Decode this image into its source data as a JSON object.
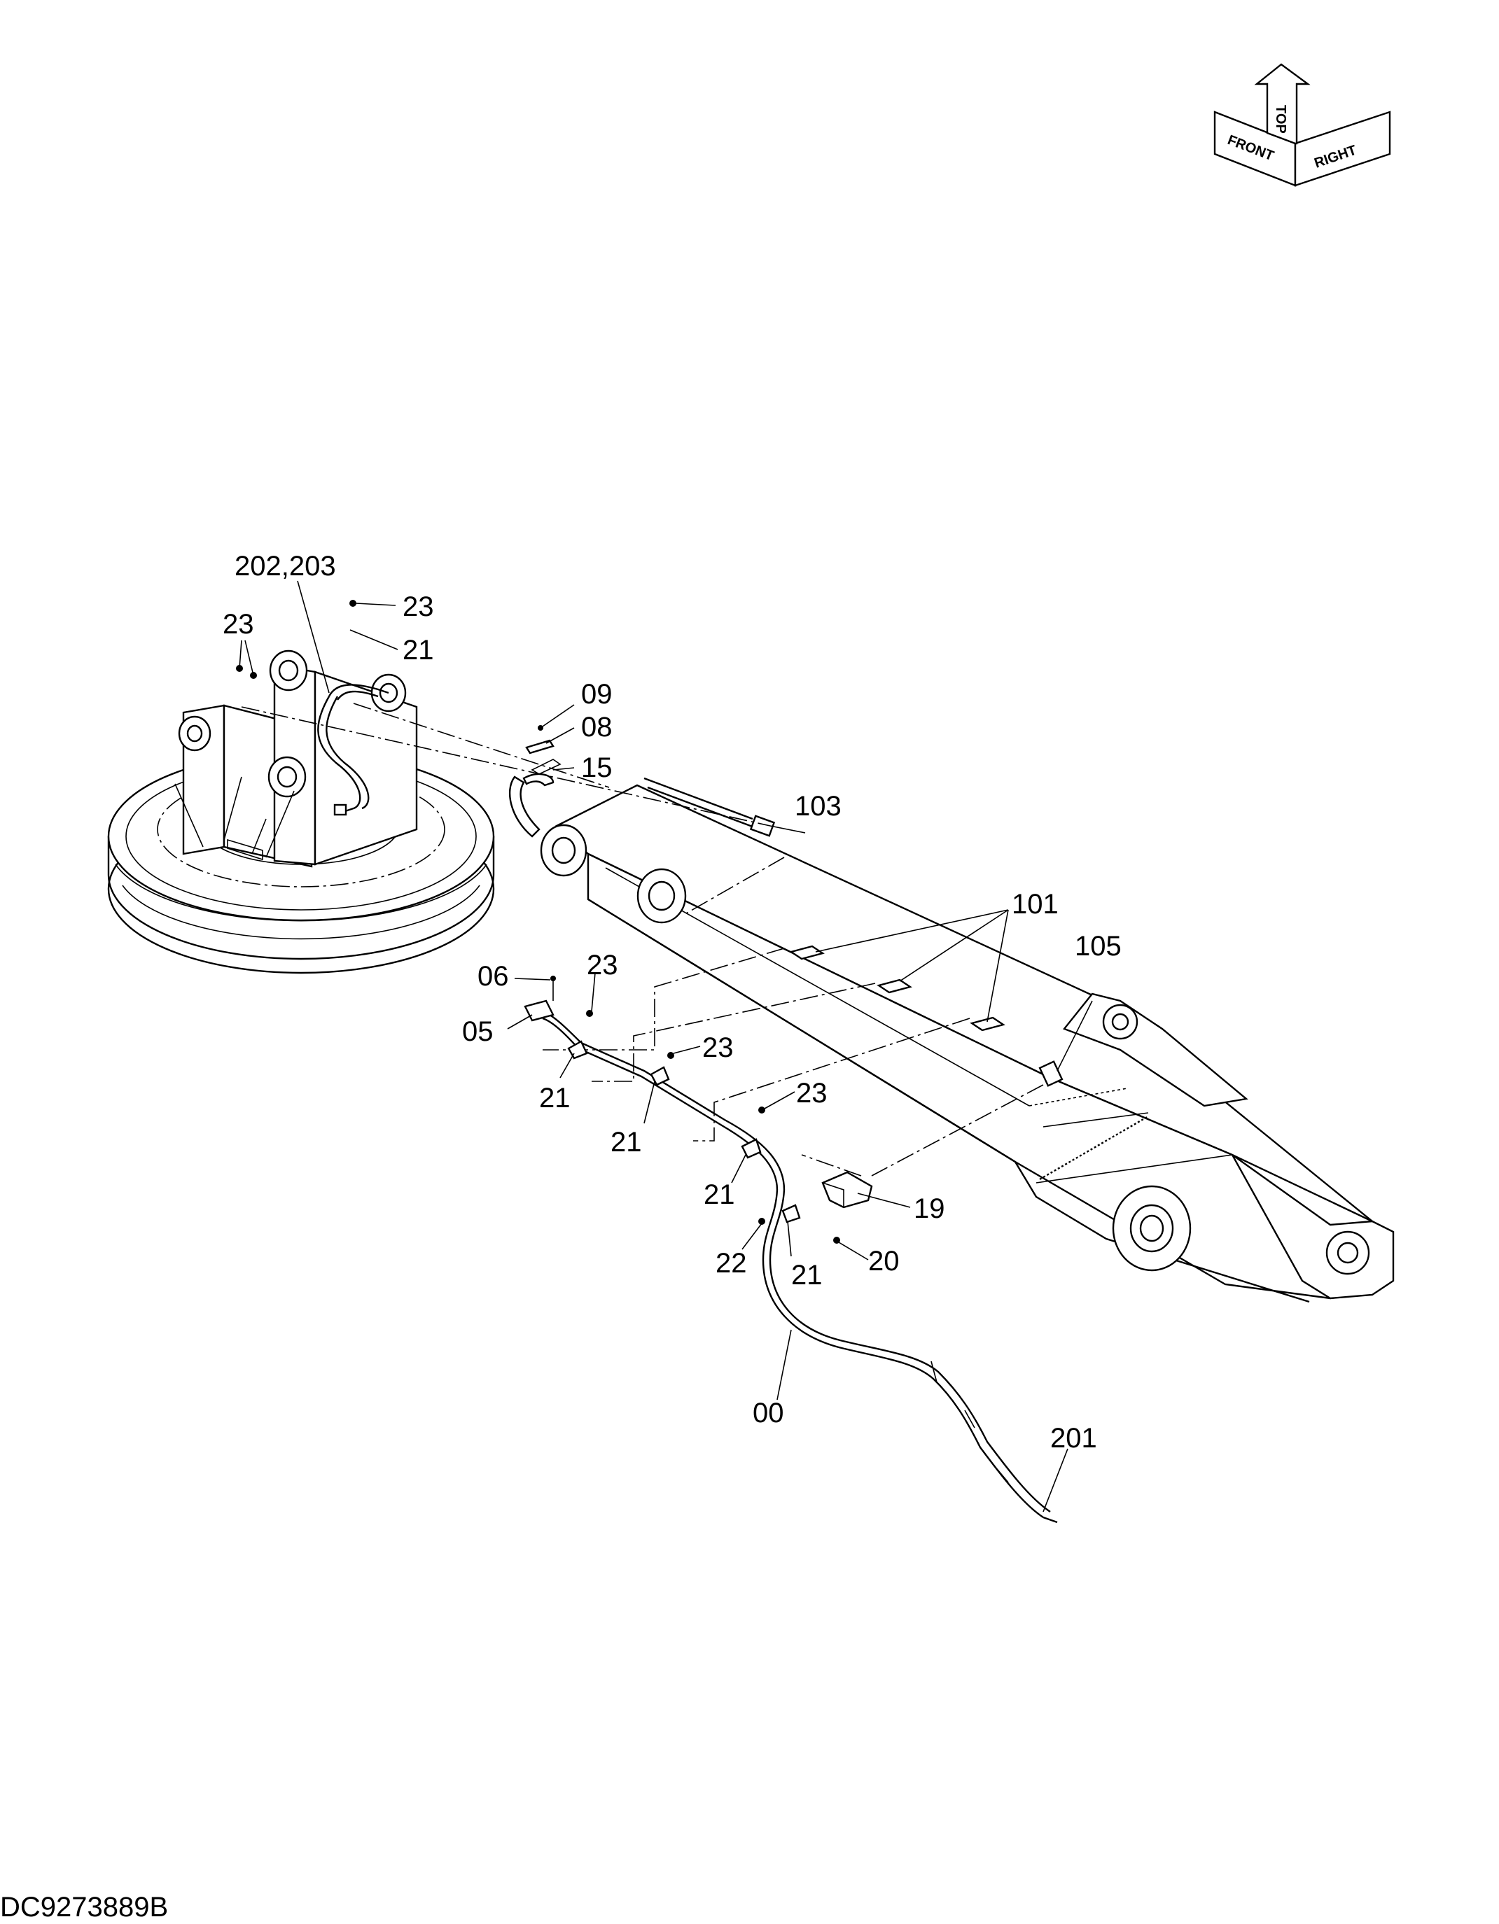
{
  "orientation": {
    "front": "FRONT",
    "top": "TOP",
    "right": "RIGHT"
  },
  "part_labels": {
    "p202_203": "202,203",
    "p23_a": "23",
    "p23_b": "23",
    "p21_a": "21",
    "p09": "09",
    "p08": "08",
    "p15": "15",
    "p103": "103",
    "p101": "101",
    "p105": "105",
    "p06": "06",
    "p05": "05",
    "p23_c": "23",
    "p23_d": "23",
    "p23_e": "23",
    "p21_b": "21",
    "p21_c": "21",
    "p21_d": "21",
    "p21_e": "21",
    "p19": "19",
    "p22": "22",
    "p20": "20",
    "p00": "00",
    "p201": "201"
  },
  "document_id": "DC9273889B"
}
